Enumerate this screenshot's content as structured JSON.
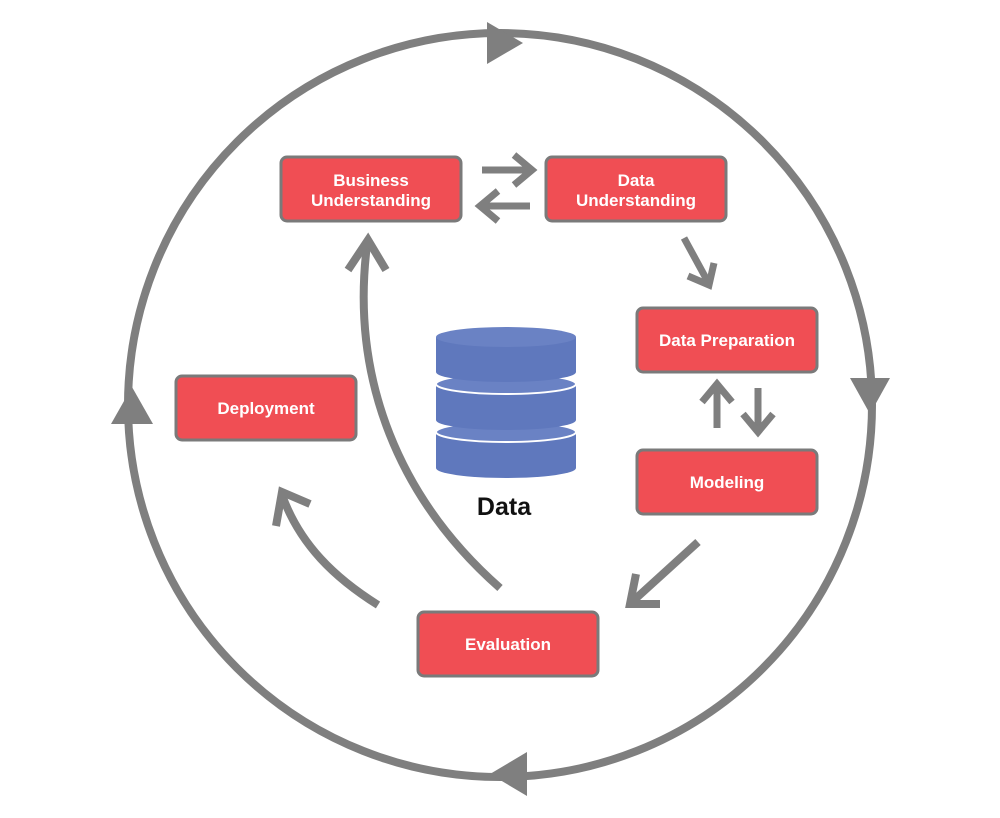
{
  "colors": {
    "box_fill": "#f04e54",
    "box_stroke": "#7a7a7a",
    "arrow": "#7f7f7f",
    "database_fill": "#5f78bd",
    "database_top": "#6a82c4",
    "text_dark": "#111111",
    "text_light": "#ffffff"
  },
  "nodes": {
    "business": {
      "line1": "Business",
      "line2": "Understanding"
    },
    "data_understanding": {
      "line1": "Data",
      "line2": "Understanding"
    },
    "data_preparation": {
      "label": "Data Preparation"
    },
    "modeling": {
      "label": "Modeling"
    },
    "evaluation": {
      "label": "Evaluation"
    },
    "deployment": {
      "label": "Deployment"
    }
  },
  "center": {
    "label": "Data",
    "icon": "database-icon"
  }
}
